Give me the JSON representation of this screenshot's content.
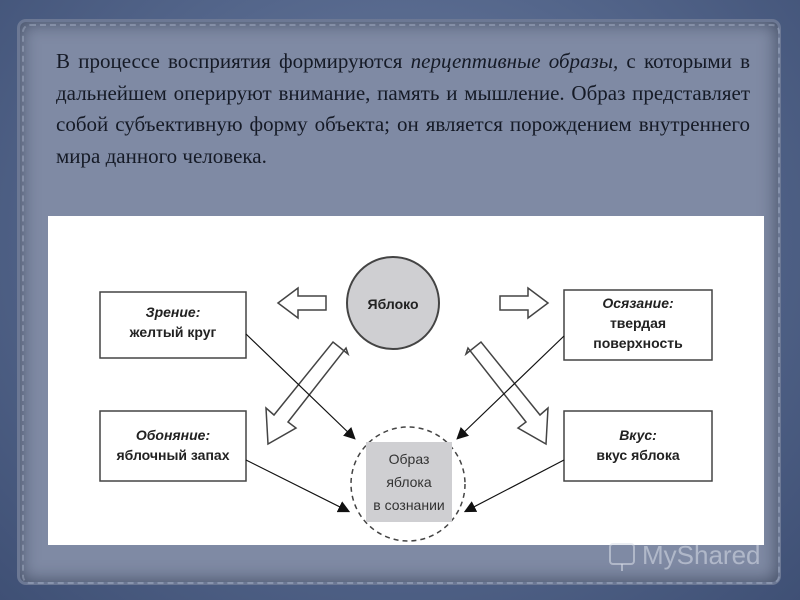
{
  "paragraph": {
    "part1": "В процессе восприятия формируются ",
    "italic1": "перцептивные образы,",
    "part2": " с которыми в дальнейшем оперируют внимание, память и мышление. Образ представляет собой субъективную форму объекта; он является порождением внутреннего мира данного человека."
  },
  "diagram": {
    "center": "Яблоко",
    "result_line1": "Образ",
    "result_line2": "яблока",
    "result_line3": "в сознании",
    "boxes": {
      "vision_title": "Зрение:",
      "vision_text": "желтый круг",
      "touch_title": "Осязание:",
      "touch_text1": "твердая",
      "touch_text2": "поверхность",
      "smell_title": "Обоняние:",
      "smell_text": "яблочный запах",
      "taste_title": "Вкус:",
      "taste_text": "вкус яблока"
    }
  },
  "watermark": {
    "text": "MyShared"
  }
}
